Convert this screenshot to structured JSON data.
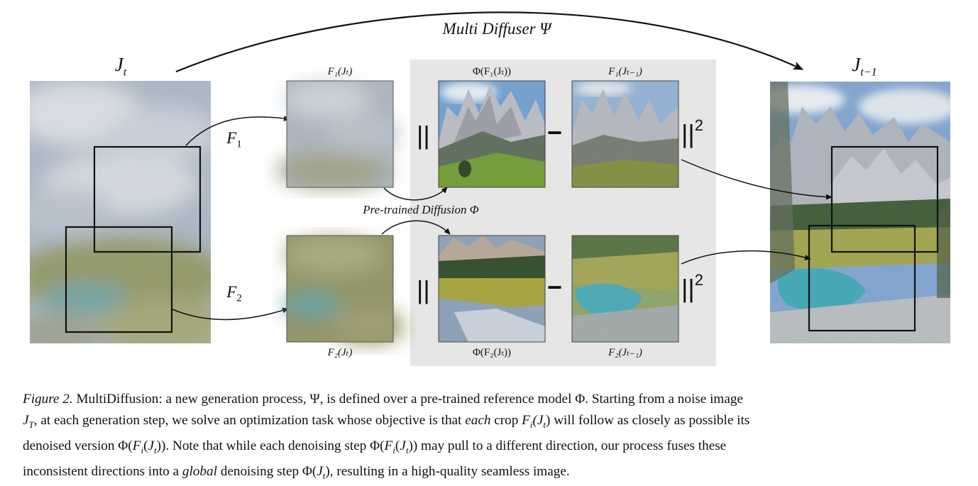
{
  "figure": {
    "top_arrow_label": "Multi Diffuser Ψ",
    "input_label": "J",
    "input_sub": "t",
    "output_label": "J",
    "output_sub": "t−1",
    "crop_labels": [
      {
        "name": "F",
        "sub": "1"
      },
      {
        "name": "F",
        "sub": "2"
      }
    ],
    "crop_titles": [
      "F₁(Jₜ)",
      "F₂(Jₜ)"
    ],
    "denoised_titles": [
      "Φ(F₁(Jₜ))",
      "Φ(F₂(Jₜ))"
    ],
    "target_titles": [
      "F₁(Jₜ₋₁)",
      "F₂(Jₜ₋₁)"
    ],
    "middle_label": "Pre-trained Diffusion Φ",
    "norm_bar": "||",
    "minus": "−",
    "norm_power": "2",
    "colors": {
      "panel_bg": "#e6e6e6",
      "sky": "#9fb3c9",
      "cloud": "#dfe4ea",
      "grass": "#7c8f3a",
      "lake": "#3fa6b5",
      "rock": "#b9bdc4"
    }
  },
  "caption": {
    "label": "Figure 2.",
    "lines": [
      "MultiDiffusion: a new generation process, Ψ, is defined over a pre-trained reference model Φ. Starting from a noise image",
      "J_T, at each generation step, we solve an optimization task whose objective is that each crop F_i(J_t) will follow as closely as possible its",
      "denoised version Φ(F_i(J_t)). Note that while each denoising step Φ(F_i(J_t)) may pull to a different direction, our process fuses these",
      "inconsistent directions into a global denoising step Φ(J_t), resulting in a high-quality seamless image."
    ],
    "line1_rest": "MultiDiffusion: a new generation process, Ψ, is defined over a pre-trained reference model Φ. Starting from a noise image",
    "line2_a": "J",
    "line2_a_sub": "T",
    "line2_b": ", at each generation step, we solve an optimization task whose objective is that ",
    "line2_each": "each",
    "line2_c": " crop ",
    "line2_crop": "F",
    "line2_crop_sub": "i",
    "line2_crop_arg": "(J",
    "line2_crop_arg_sub": "t",
    "line2_d": ") will follow as closely as possible its",
    "line3_a": "denoised version Φ(",
    "line3_b": ")). Note that while each denoising step Φ(",
    "line3_c": ")) may pull to a different direction, our process fuses these",
    "line4_a": "inconsistent directions into a ",
    "line4_global": "global",
    "line4_b": " denoising step Φ(",
    "line4_c": "), resulting in a high-quality seamless image."
  }
}
